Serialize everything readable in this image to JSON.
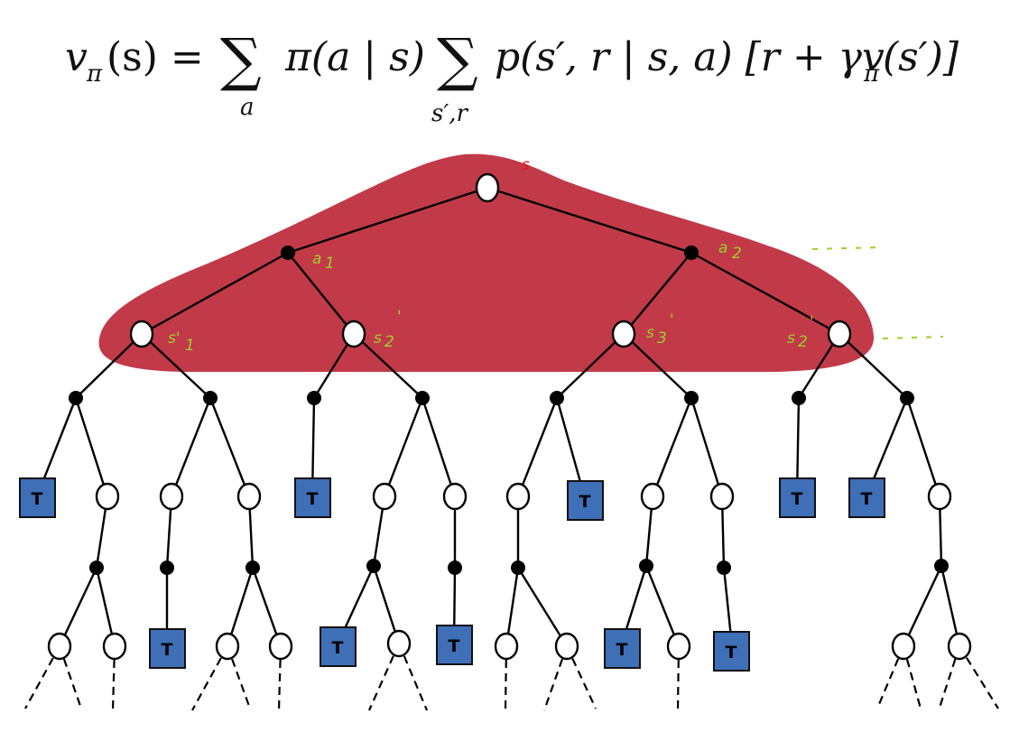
{
  "equation": {
    "lhs": "v",
    "lhs_sub": "π",
    "lhs_arg": "(s) =",
    "sum1": "∑",
    "sum1_sub": "a",
    "policy": "π(a | s)",
    "sum2": "∑",
    "sum2_sub": "s′,r",
    "transition": "p(s′, r | s, a) [r + γv",
    "v_sub": "π",
    "tail": "(s′)]"
  },
  "annotations": {
    "root": "s",
    "a1": "a",
    "a1_sub": "1",
    "a2": "a",
    "a2_sub": "2",
    "s1": "s'",
    "s1_sub": "1",
    "s2": "s",
    "s2_sub": "2",
    "s2_prime": "'",
    "s3": "s",
    "s3_sub": "3",
    "s3_prime": "'",
    "s2b": "s",
    "s2b_sub": "2",
    "s2b_prime": "'"
  },
  "terminal_label": "T",
  "colors": {
    "highlight": "#c23a48",
    "terminal": "#3f6fb7",
    "annotation_green": "#9bd12a",
    "annotation_red": "#e8101a"
  }
}
